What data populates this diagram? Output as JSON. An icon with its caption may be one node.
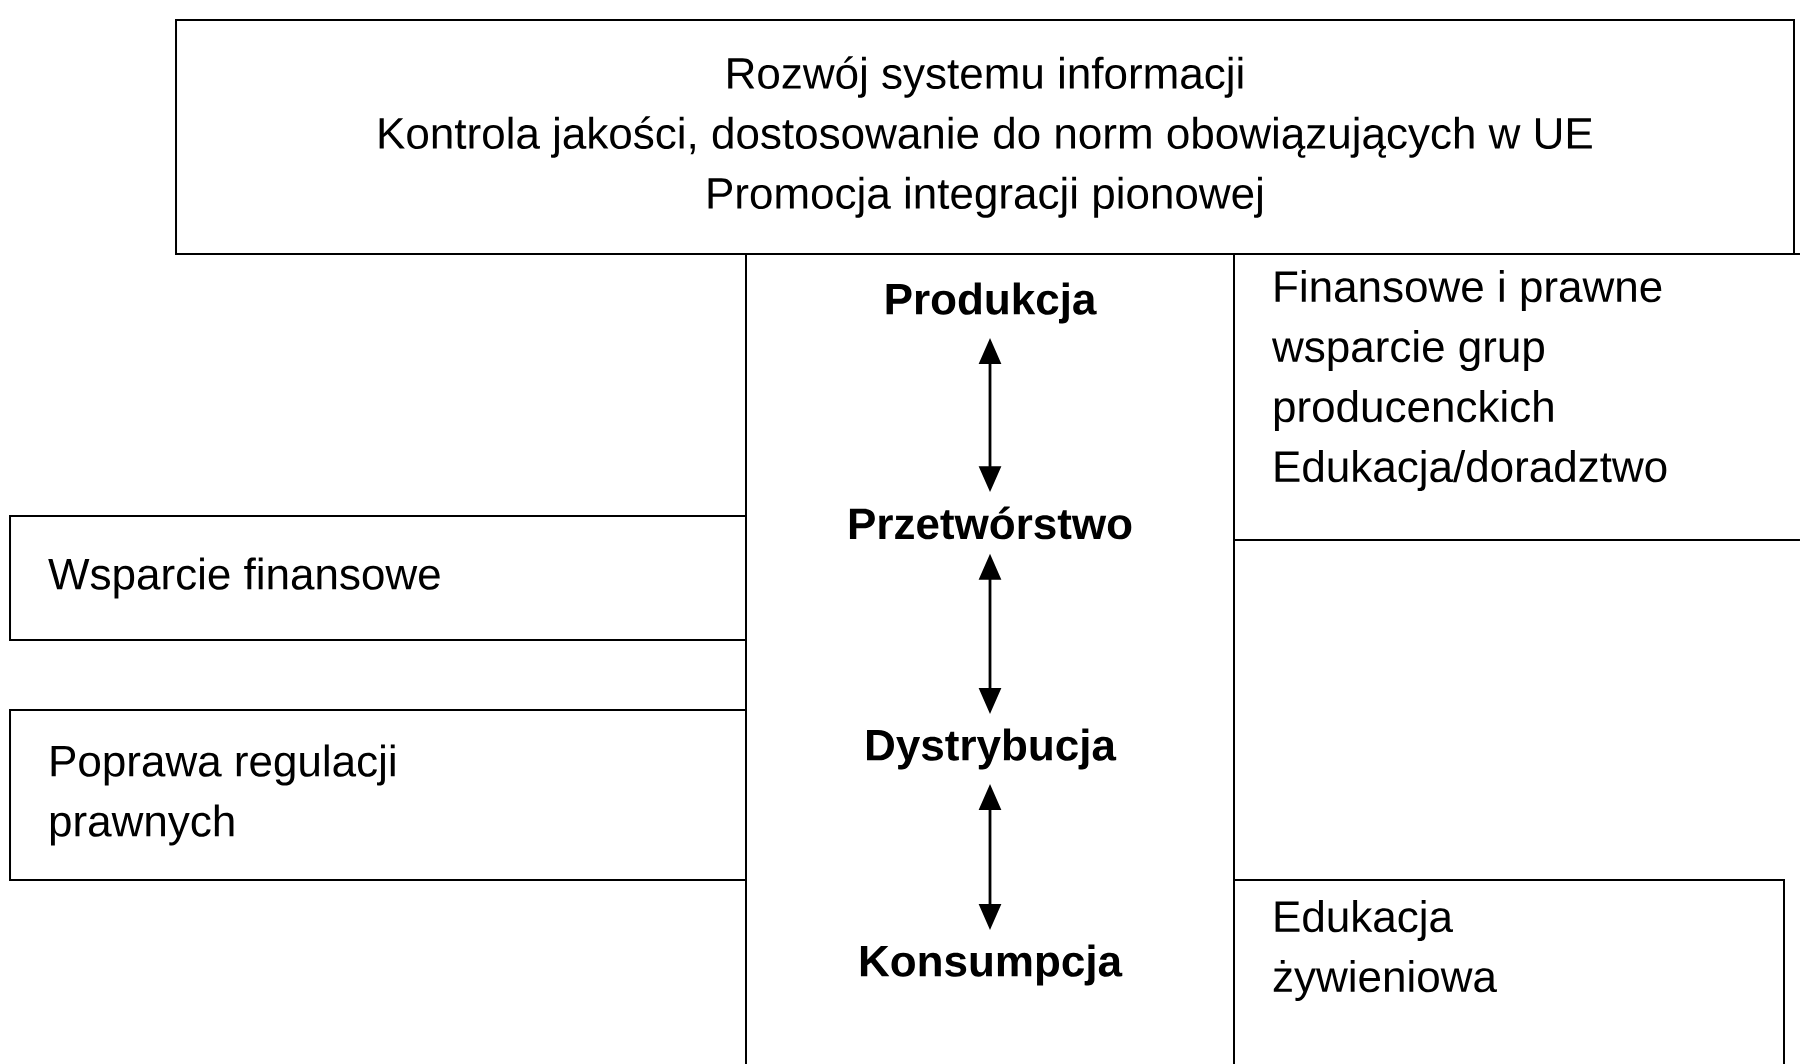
{
  "diagram": {
    "nodes": [
      {
        "text": [
          "Rozwój systemu informacji",
          "Kontrola jakości, dostosowanie do norm obowiązujących w UE",
          "Promocja integracji pionowej"
        ]
      },
      {
        "text": [],
        "shape": "box"
      },
      {
        "text": [
          "Produkcja"
        ],
        "in": 1
      },
      {
        "text": [
          "Przetwórstwo"
        ],
        "in": 1
      },
      {
        "text": [
          "Dystrybucja"
        ],
        "in": 1
      },
      {
        "text": [
          "Konsumpcja"
        ],
        "in": 1
      },
      {
        "text": [
          "Finansowe i prawne wsparcie grup producenckich",
          "Edukacja/doradztwo"
        ]
      },
      {
        "text": [
          "Wsparcie finansowe"
        ]
      },
      {
        "text": [
          "Poprawa regulacji prawnych"
        ]
      },
      {
        "text": [
          "Edukacja żywieniowa"
        ]
      }
    ],
    "edges": [
      {
        "from": 2,
        "to": 3,
        "arrow": "both"
      },
      {
        "from": 3,
        "to": 4,
        "arrow": "both"
      },
      {
        "from": 4,
        "to": 5,
        "arrow": "both"
      }
    ]
  }
}
